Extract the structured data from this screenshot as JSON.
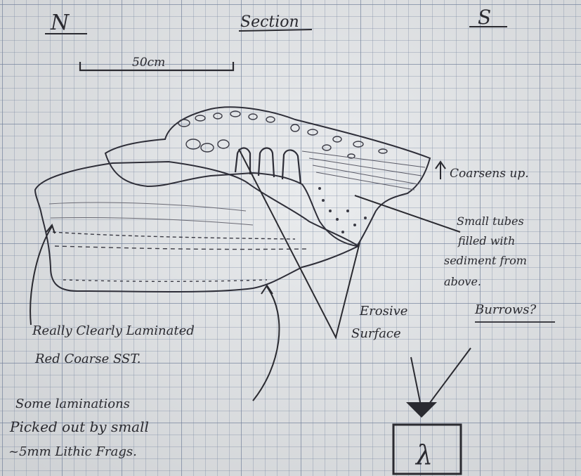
{
  "header": {
    "north": "N",
    "title": "Section",
    "south": "S"
  },
  "scale_bar": {
    "label": "50cm"
  },
  "annotations": {
    "coarsens_up": "Coarsens up.",
    "small_tubes": [
      "Small tubes",
      "filled with",
      "sediment from",
      "above."
    ],
    "erosive_surface": [
      "Erosive",
      "Surface"
    ],
    "burrows": "Burrows?",
    "laminated": [
      "Really Clearly Laminated",
      "Red Coarse SST."
    ],
    "laminations": [
      "Some laminations",
      "Picked out by small",
      "~5mm Lithic Frags."
    ]
  },
  "inset_box": {
    "glyph": "λ"
  }
}
